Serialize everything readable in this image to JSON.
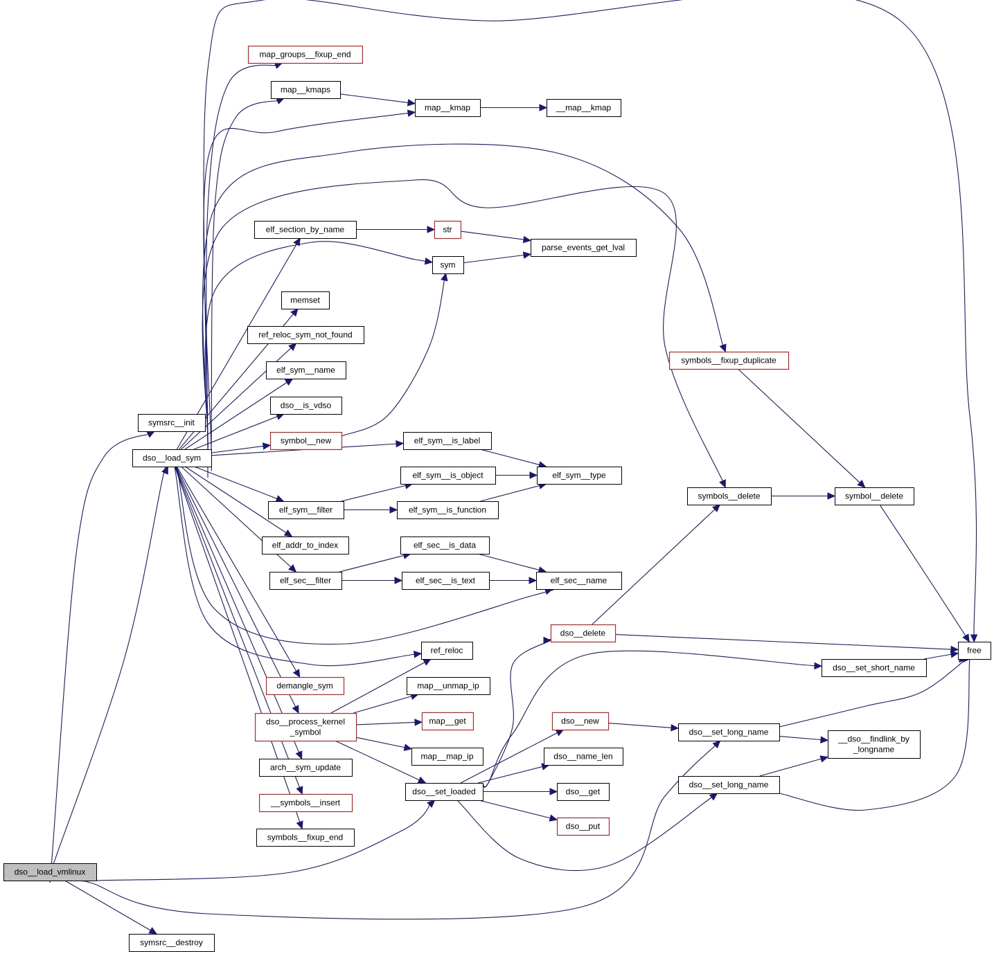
{
  "title": "dso__load_vmlinux call graph",
  "colors": {
    "edge": "#191970",
    "node_border": "#000000",
    "external_border": "#ff0000",
    "root_fill": "#bfbfbf"
  },
  "root": "dso__load_vmlinux",
  "nodes": [
    {
      "id": "dso__load_vmlinux",
      "label": "dso__load_vmlinux",
      "style": "root"
    },
    {
      "id": "symsrc__init",
      "label": "symsrc__init",
      "style": "normal"
    },
    {
      "id": "dso__load_sym",
      "label": "dso__load_sym",
      "style": "normal"
    },
    {
      "id": "symsrc__destroy",
      "label": "symsrc__destroy",
      "style": "normal"
    },
    {
      "id": "map_groups__fixup_end",
      "label": "map_groups__fixup_end",
      "style": "external"
    },
    {
      "id": "map__kmaps",
      "label": "map__kmaps",
      "style": "normal"
    },
    {
      "id": "map__kmap",
      "label": "map__kmap",
      "style": "normal"
    },
    {
      "id": "__map__kmap",
      "label": "__map__kmap",
      "style": "normal"
    },
    {
      "id": "elf_section_by_name",
      "label": "elf_section_by_name",
      "style": "normal"
    },
    {
      "id": "str",
      "label": "str",
      "style": "external"
    },
    {
      "id": "parse_events_get_lval",
      "label": "parse_events_get_lval",
      "style": "normal"
    },
    {
      "id": "sym",
      "label": "sym",
      "style": "normal"
    },
    {
      "id": "memset",
      "label": "memset",
      "style": "normal"
    },
    {
      "id": "ref_reloc_sym_not_found",
      "label": "ref_reloc_sym_not_found",
      "style": "normal"
    },
    {
      "id": "elf_sym__name",
      "label": "elf_sym__name",
      "style": "normal"
    },
    {
      "id": "dso__is_vdso",
      "label": "dso__is_vdso",
      "style": "normal"
    },
    {
      "id": "symbol__new",
      "label": "symbol__new",
      "style": "external"
    },
    {
      "id": "elf_sym__is_label",
      "label": "elf_sym__is_label",
      "style": "normal"
    },
    {
      "id": "elf_sym__is_object",
      "label": "elf_sym__is_object",
      "style": "normal"
    },
    {
      "id": "elf_sym__type",
      "label": "elf_sym__type",
      "style": "normal"
    },
    {
      "id": "elf_sym__filter",
      "label": "elf_sym__filter",
      "style": "normal"
    },
    {
      "id": "elf_sym__is_function",
      "label": "elf_sym__is_function",
      "style": "normal"
    },
    {
      "id": "elf_addr_to_index",
      "label": "elf_addr_to_index",
      "style": "normal"
    },
    {
      "id": "elf_sec__is_data",
      "label": "elf_sec__is_data",
      "style": "normal"
    },
    {
      "id": "elf_sec__filter",
      "label": "elf_sec__filter",
      "style": "normal"
    },
    {
      "id": "elf_sec__is_text",
      "label": "elf_sec__is_text",
      "style": "normal"
    },
    {
      "id": "elf_sec__name",
      "label": "elf_sec__name",
      "style": "normal"
    },
    {
      "id": "symbols__fixup_duplicate",
      "label": "symbols__fixup_duplicate",
      "style": "external"
    },
    {
      "id": "symbols__delete",
      "label": "symbols__delete",
      "style": "normal"
    },
    {
      "id": "symbol__delete",
      "label": "symbol__delete",
      "style": "normal"
    },
    {
      "id": "free",
      "label": "free",
      "style": "normal"
    },
    {
      "id": "dso__delete",
      "label": "dso__delete",
      "style": "external"
    },
    {
      "id": "ref_reloc",
      "label": "ref_reloc",
      "style": "normal"
    },
    {
      "id": "dso__set_short_name",
      "label": "dso__set_short_name",
      "style": "normal"
    },
    {
      "id": "demangle_sym",
      "label": "demangle_sym",
      "style": "external"
    },
    {
      "id": "map__unmap_ip",
      "label": "map__unmap_ip",
      "style": "normal"
    },
    {
      "id": "dso__process_kernel_symbol",
      "label": "dso__process_kernel\n_symbol",
      "style": "external"
    },
    {
      "id": "map__get",
      "label": "map__get",
      "style": "external"
    },
    {
      "id": "dso__new",
      "label": "dso__new",
      "style": "external"
    },
    {
      "id": "dso__set_long_name_1",
      "label": "dso__set_long_name",
      "style": "normal"
    },
    {
      "id": "__dso__findlink_by_longname",
      "label": "__dso__findlink_by\n_longname",
      "style": "normal"
    },
    {
      "id": "map__map_ip",
      "label": "map__map_ip",
      "style": "normal"
    },
    {
      "id": "dso__name_len",
      "label": "dso__name_len",
      "style": "normal"
    },
    {
      "id": "arch__sym_update",
      "label": "arch__sym_update",
      "style": "normal"
    },
    {
      "id": "dso__set_loaded",
      "label": "dso__set_loaded",
      "style": "normal"
    },
    {
      "id": "dso__get",
      "label": "dso__get",
      "style": "normal"
    },
    {
      "id": "dso__set_long_name_2",
      "label": "dso__set_long_name",
      "style": "normal"
    },
    {
      "id": "__symbols__insert",
      "label": "__symbols__insert",
      "style": "external"
    },
    {
      "id": "dso__put",
      "label": "dso__put",
      "style": "external"
    },
    {
      "id": "symbols__fixup_end",
      "label": "symbols__fixup_end",
      "style": "normal"
    }
  ],
  "edges": [
    [
      "dso__load_vmlinux",
      "symsrc__init"
    ],
    [
      "dso__load_vmlinux",
      "dso__load_sym"
    ],
    [
      "dso__load_vmlinux",
      "dso__set_loaded"
    ],
    [
      "dso__load_vmlinux",
      "dso__set_long_name_1"
    ],
    [
      "dso__load_vmlinux",
      "symsrc__destroy"
    ],
    [
      "dso__load_sym",
      "map_groups__fixup_end"
    ],
    [
      "dso__load_sym",
      "map__kmaps"
    ],
    [
      "dso__load_sym",
      "map__kmap"
    ],
    [
      "dso__load_sym",
      "symbols__fixup_duplicate"
    ],
    [
      "dso__load_sym",
      "symbols__delete"
    ],
    [
      "dso__load_sym",
      "free"
    ],
    [
      "dso__load_sym",
      "elf_section_by_name"
    ],
    [
      "dso__load_sym",
      "sym"
    ],
    [
      "dso__load_sym",
      "memset"
    ],
    [
      "dso__load_sym",
      "ref_reloc_sym_not_found"
    ],
    [
      "dso__load_sym",
      "elf_sym__name"
    ],
    [
      "dso__load_sym",
      "dso__is_vdso"
    ],
    [
      "dso__load_sym",
      "symbol__new"
    ],
    [
      "dso__load_sym",
      "elf_sym__is_label"
    ],
    [
      "dso__load_sym",
      "elf_sym__filter"
    ],
    [
      "dso__load_sym",
      "elf_addr_to_index"
    ],
    [
      "dso__load_sym",
      "elf_sec__filter"
    ],
    [
      "dso__load_sym",
      "elf_sec__name"
    ],
    [
      "dso__load_sym",
      "ref_reloc"
    ],
    [
      "dso__load_sym",
      "demangle_sym"
    ],
    [
      "dso__load_sym",
      "dso__process_kernel_symbol"
    ],
    [
      "dso__load_sym",
      "arch__sym_update"
    ],
    [
      "dso__load_sym",
      "__symbols__insert"
    ],
    [
      "dso__load_sym",
      "symbols__fixup_end"
    ],
    [
      "map__kmaps",
      "map__kmap"
    ],
    [
      "map__kmap",
      "__map__kmap"
    ],
    [
      "elf_section_by_name",
      "str"
    ],
    [
      "str",
      "parse_events_get_lval"
    ],
    [
      "sym",
      "parse_events_get_lval"
    ],
    [
      "symbol__new",
      "sym"
    ],
    [
      "elf_sym__is_label",
      "elf_sym__type"
    ],
    [
      "elf_sym__is_object",
      "elf_sym__type"
    ],
    [
      "elf_sym__is_function",
      "elf_sym__type"
    ],
    [
      "elf_sym__filter",
      "elf_sym__is_object"
    ],
    [
      "elf_sym__filter",
      "elf_sym__is_function"
    ],
    [
      "elf_sec__filter",
      "elf_sec__is_data"
    ],
    [
      "elf_sec__filter",
      "elf_sec__is_text"
    ],
    [
      "elf_sec__is_data",
      "elf_sec__name"
    ],
    [
      "elf_sec__is_text",
      "elf_sec__name"
    ],
    [
      "symbols__fixup_duplicate",
      "symbol__delete"
    ],
    [
      "symbols__delete",
      "symbol__delete"
    ],
    [
      "symbol__delete",
      "free"
    ],
    [
      "dso__delete",
      "symbols__delete"
    ],
    [
      "dso__delete",
      "free"
    ],
    [
      "dso__set_short_name",
      "free"
    ],
    [
      "dso__process_kernel_symbol",
      "ref_reloc"
    ],
    [
      "dso__process_kernel_symbol",
      "map__unmap_ip"
    ],
    [
      "dso__process_kernel_symbol",
      "map__get"
    ],
    [
      "dso__process_kernel_symbol",
      "map__map_ip"
    ],
    [
      "dso__process_kernel_symbol",
      "dso__set_loaded"
    ],
    [
      "dso__set_loaded",
      "dso__delete"
    ],
    [
      "dso__set_loaded",
      "dso__set_short_name"
    ],
    [
      "dso__set_loaded",
      "dso__new"
    ],
    [
      "dso__set_loaded",
      "dso__name_len"
    ],
    [
      "dso__set_loaded",
      "dso__get"
    ],
    [
      "dso__set_loaded",
      "dso__put"
    ],
    [
      "dso__set_loaded",
      "dso__set_long_name_2"
    ],
    [
      "dso__new",
      "dso__set_long_name_1"
    ],
    [
      "dso__set_long_name_1",
      "__dso__findlink_by_longname"
    ],
    [
      "dso__set_long_name_1",
      "free"
    ],
    [
      "dso__set_long_name_2",
      "__dso__findlink_by_longname"
    ],
    [
      "dso__set_long_name_2",
      "free"
    ]
  ]
}
